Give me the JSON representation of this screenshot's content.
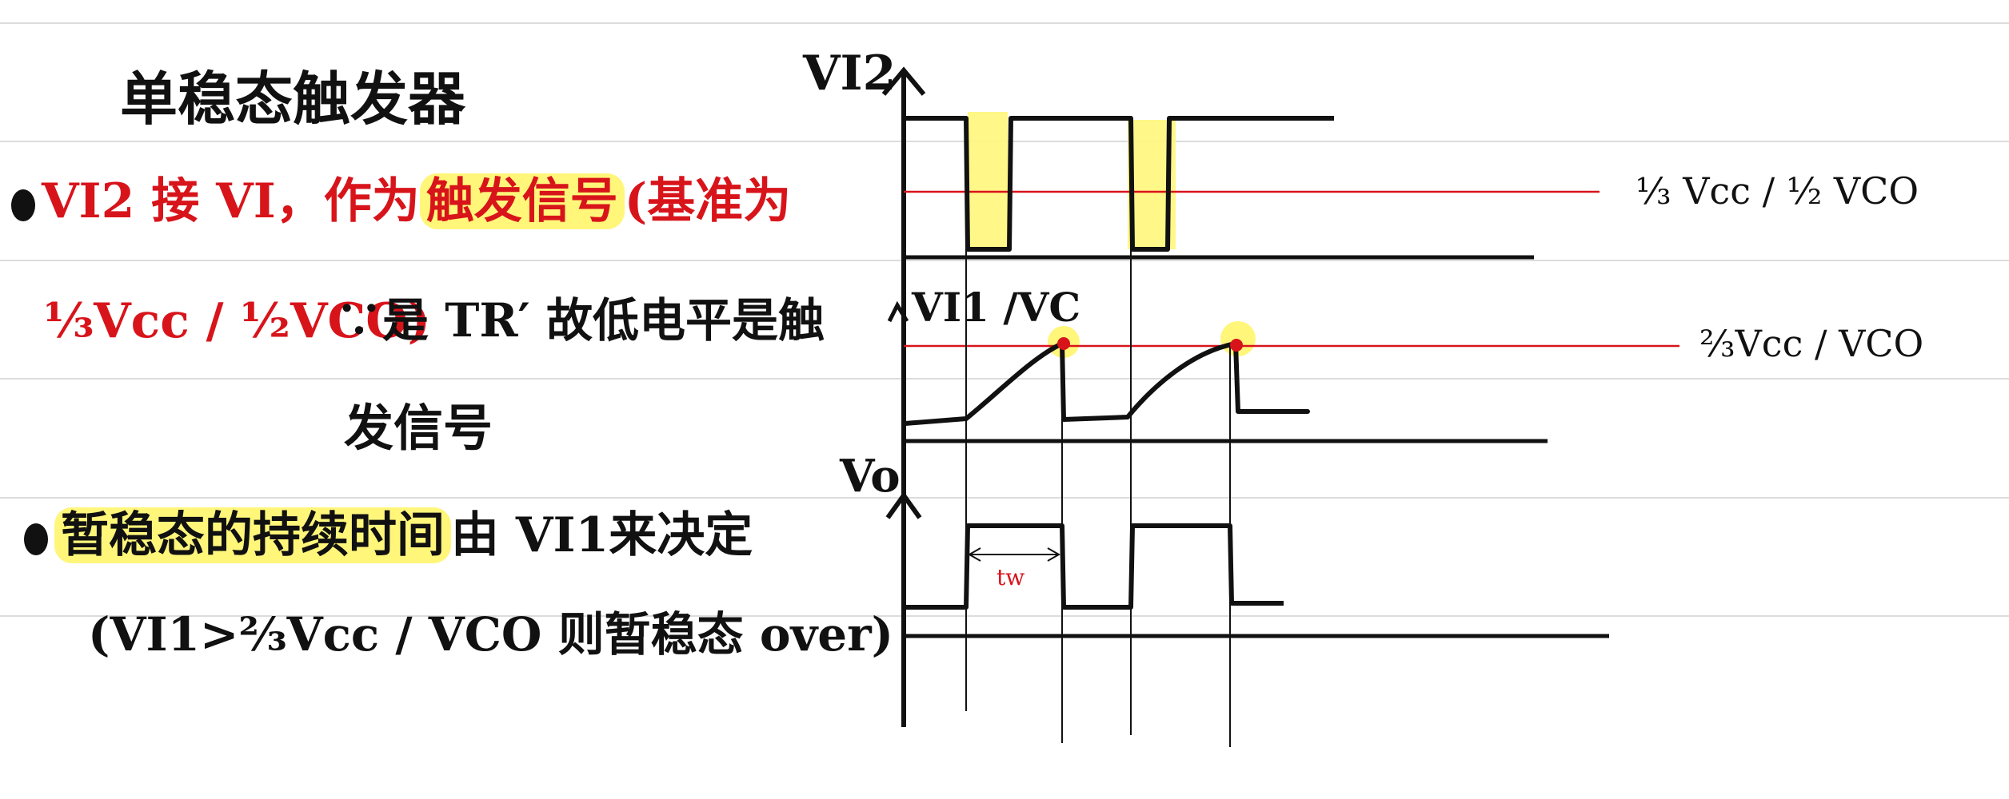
{
  "title": "单稳态触发器",
  "bullet1": {
    "lead": "VI2 接 VI，作为",
    "highlight": "触发信号",
    "tail": "(基准为",
    "cont": "⅓Vcc / ½VCO)",
    "reason": "∵是 TR′ 故低电平是触"
  },
  "bullet1_end": "发信号",
  "bullet2": {
    "highlight": "暂稳态的持续时间",
    "tail": "由 VI1来决定",
    "detail": "(VI1>⅔Vcc / VCO 则暂稳态 over)"
  },
  "diagram": {
    "labels": {
      "vi2": "VI2",
      "vi1": "VI1 /VC",
      "vo": "Vo",
      "tw": "tw",
      "threshold_low": "⅓ Vcc / ½ VCO",
      "threshold_high": "⅔Vcc / VCO"
    },
    "colors": {
      "ink": "#111111",
      "threshold": "#d8141b",
      "highlight": "#fff67a",
      "ruled_line": "#dcdcdc"
    }
  }
}
